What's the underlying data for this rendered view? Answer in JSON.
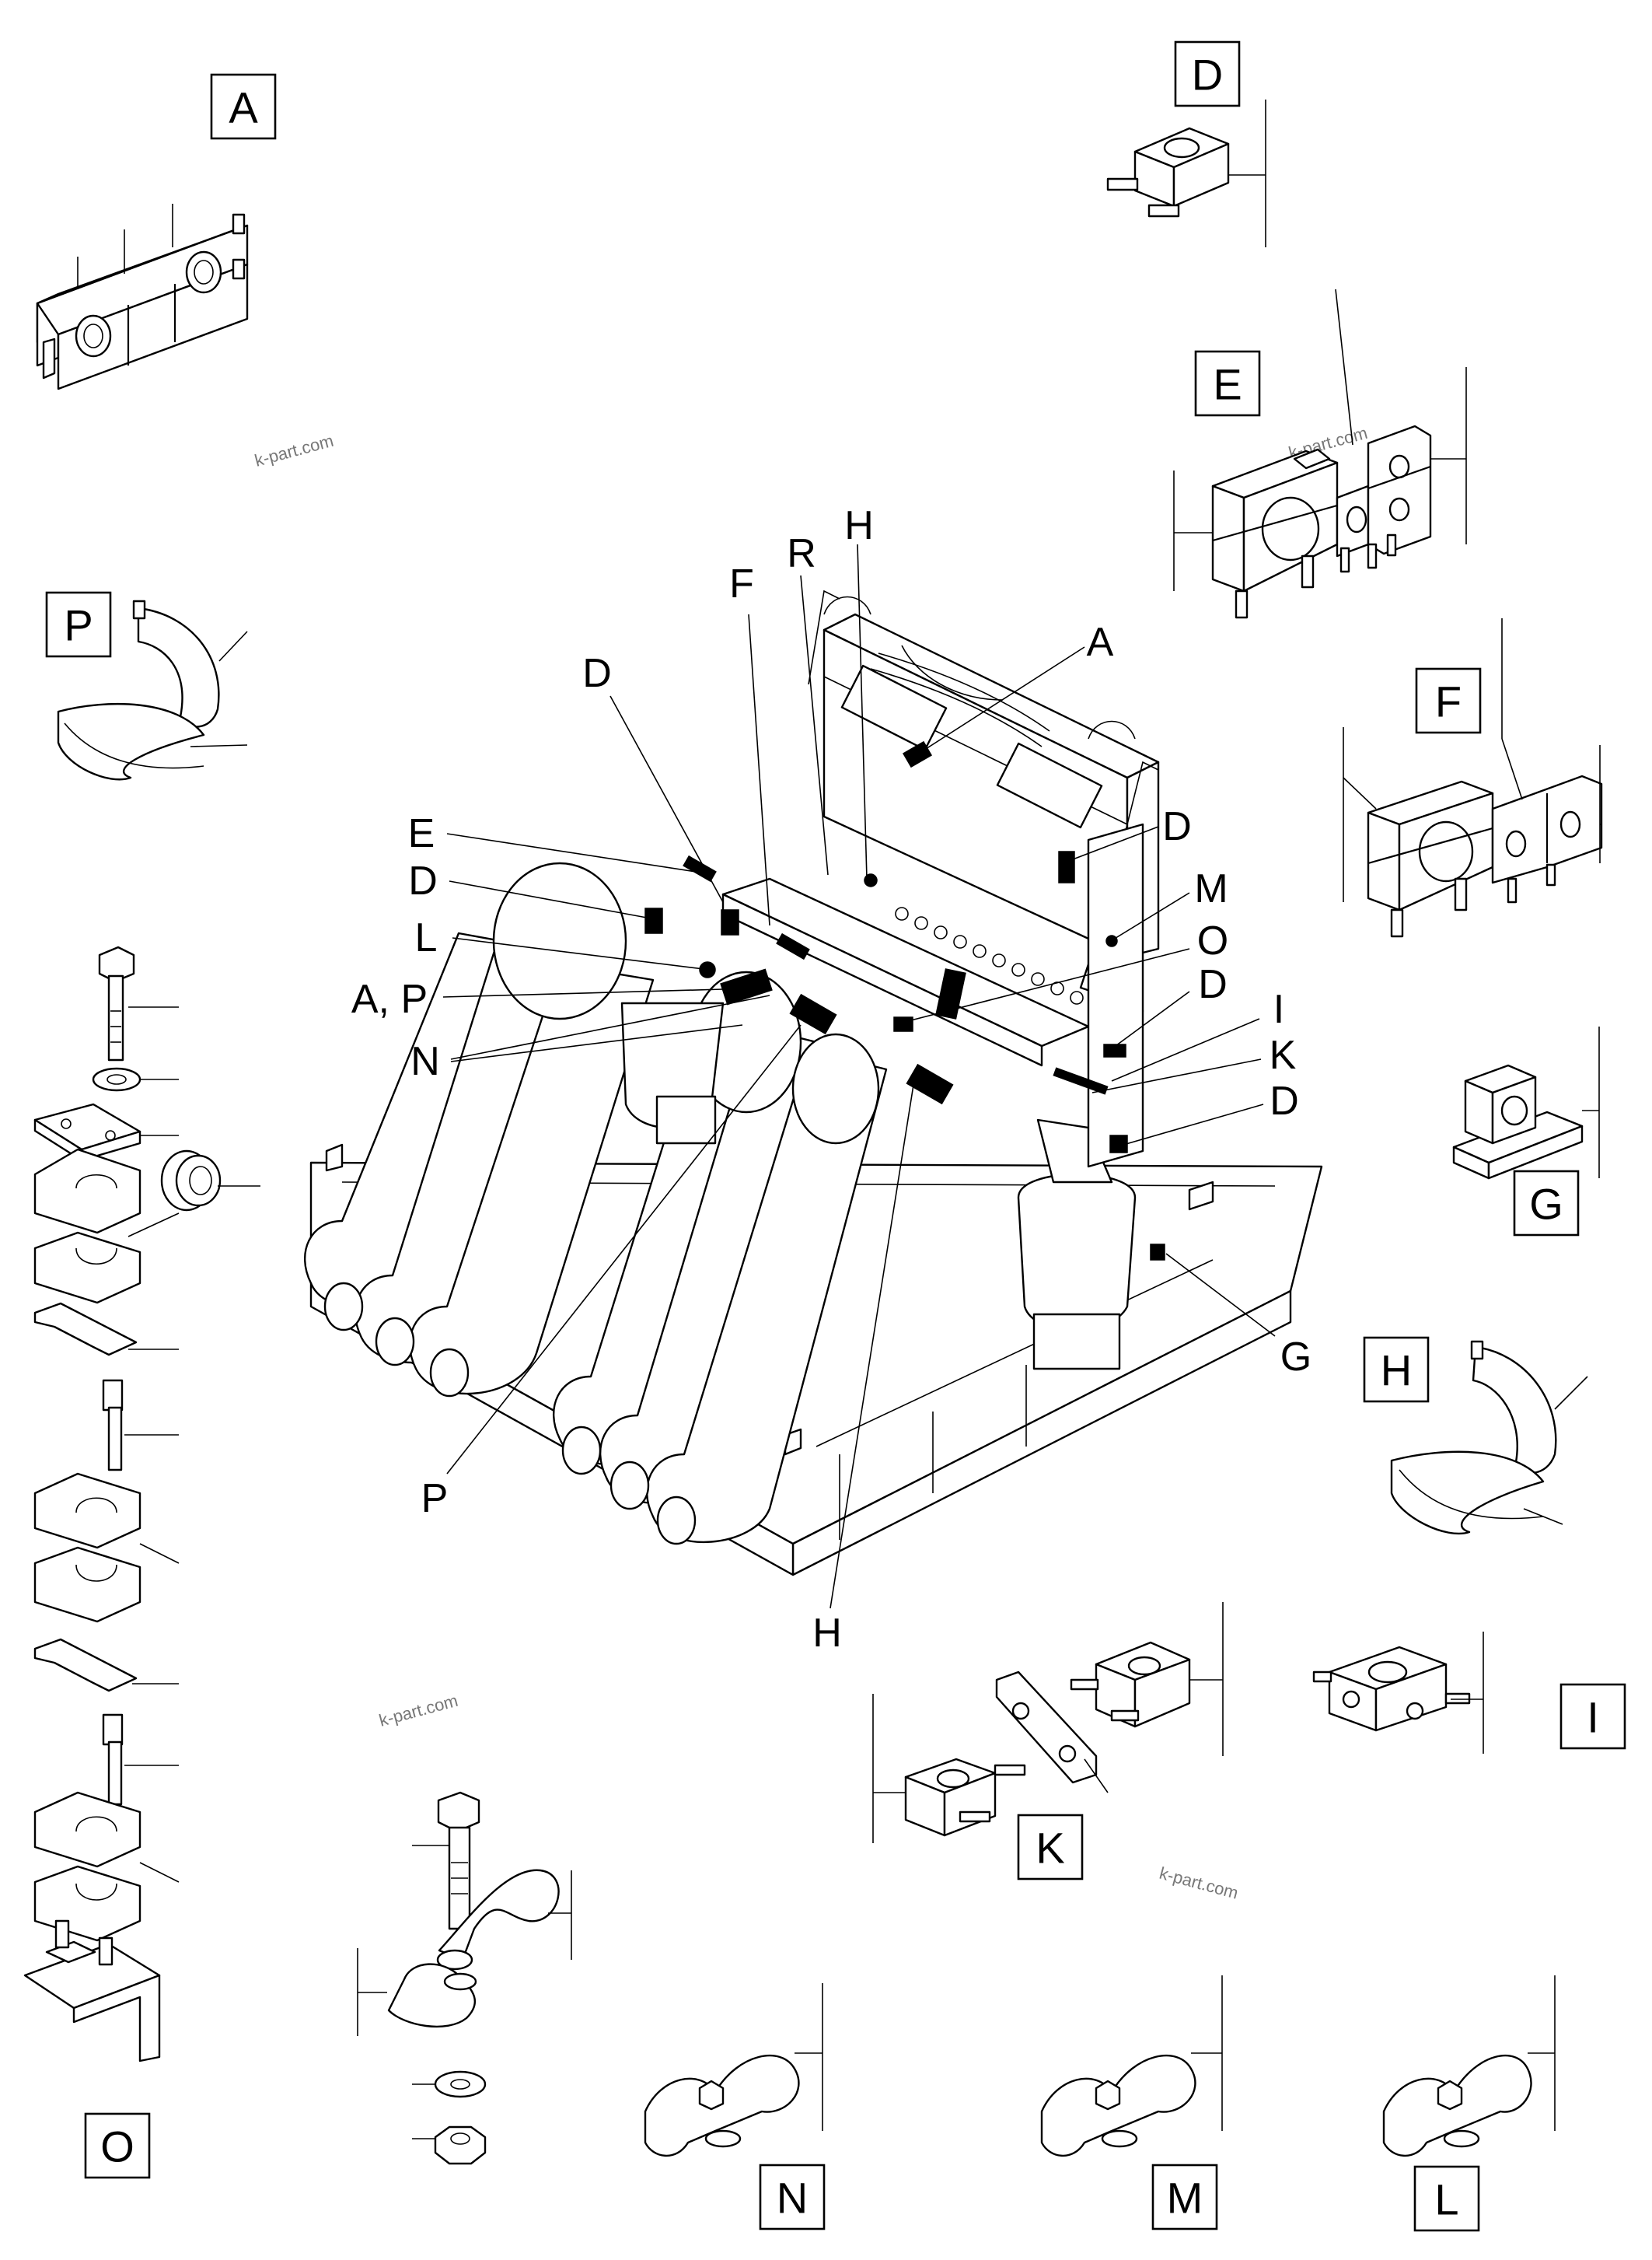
{
  "labels": {
    "A": "A",
    "D": "D",
    "E": "E",
    "F": "F",
    "G": "G",
    "H": "H",
    "I": "I",
    "K": "K",
    "L": "L",
    "M": "M",
    "N": "N",
    "O": "O",
    "P": "P"
  },
  "callouts": {
    "h_top": "H",
    "r": "R",
    "f": "F",
    "a": "A",
    "d_left": "D",
    "d_right1": "D",
    "e": "E",
    "d_left2": "D",
    "m": "M",
    "l": "L",
    "o": "O",
    "a_p": "A, P",
    "d_right2": "D",
    "n": "N",
    "i": "I",
    "k": "K",
    "d_right3": "D",
    "g": "G",
    "p": "P",
    "h_bottom": "H"
  },
  "watermarks": [
    "k-part.com",
    "k-part.com",
    "k-part.com",
    "k-part.com"
  ]
}
